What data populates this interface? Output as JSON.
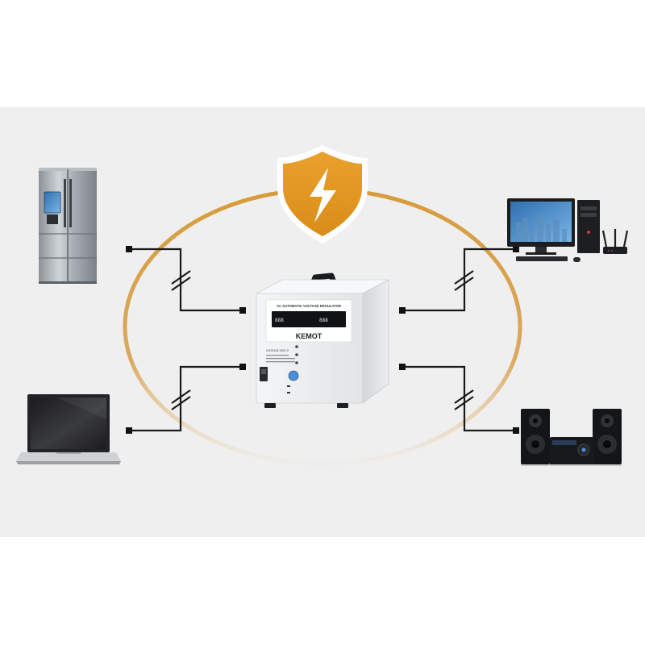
{
  "colors": {
    "panel_background": "#efefef",
    "ring_color": "#d79b3a",
    "shield_color": "#e39a25",
    "wire_color": "#1a1a1a"
  },
  "device": {
    "panel_title": "AC AUTOMATIC VOLTAGE REGULATOR",
    "brand": "KEMOT",
    "model": "URZ3418 3000-S"
  },
  "icons": {
    "shield": "shield-lightning-icon",
    "fridge": "refrigerator-icon",
    "laptop": "laptop-icon",
    "computer": "desktop-computer-icon",
    "router": "wifi-router-icon",
    "audio": "hifi-speakers-icon"
  }
}
